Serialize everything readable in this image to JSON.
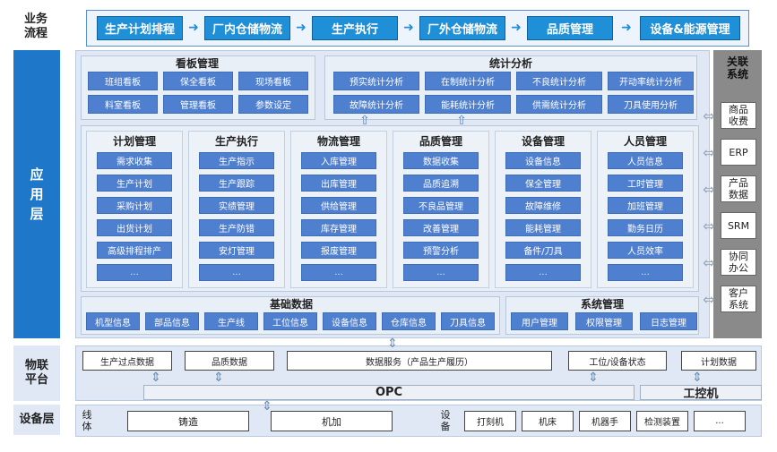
{
  "left_labels": {
    "business_flow": "业务\n流程",
    "application": "应\n用\n层",
    "iot": "物联\n平台",
    "device": "设备层"
  },
  "business_flow_items": [
    "生产计划排程",
    "厂内仓储物流",
    "生产执行",
    "厂外仓储物流",
    "品质管理",
    "设备&能源管理"
  ],
  "kanban": {
    "title": "看板管理",
    "items": [
      "班组看板",
      "保全看板",
      "现场看板",
      "料室看板",
      "管理看板",
      "参数设定"
    ]
  },
  "stats": {
    "title": "统计分析",
    "items": [
      "预实统计分析",
      "在制统计分析",
      "不良统计分析",
      "开动率统计分析",
      "故障统计分析",
      "能耗统计分析",
      "供需统计分析",
      "刀具使用分析"
    ]
  },
  "modules": [
    {
      "title": "计划管理",
      "items": [
        "需求收集",
        "生产计划",
        "采购计划",
        "出货计划",
        "高级排程排产",
        "..."
      ]
    },
    {
      "title": "生产执行",
      "items": [
        "生产指示",
        "生产跟踪",
        "实绩管理",
        "生产防错",
        "安灯管理",
        "..."
      ]
    },
    {
      "title": "物流管理",
      "items": [
        "入库管理",
        "出库管理",
        "供给管理",
        "库存管理",
        "报废管理",
        "..."
      ]
    },
    {
      "title": "品质管理",
      "items": [
        "数据收集",
        "品质追溯",
        "不良品管理",
        "改善管理",
        "预警分析",
        "..."
      ]
    },
    {
      "title": "设备管理",
      "items": [
        "设备信息",
        "保全管理",
        "故障维修",
        "能耗管理",
        "备件/刀具",
        "..."
      ]
    },
    {
      "title": "人员管理",
      "items": [
        "人员信息",
        "工时管理",
        "加班管理",
        "勤务日历",
        "人员效率",
        "..."
      ]
    }
  ],
  "basic_data": {
    "title": "基础数据",
    "items": [
      "机型信息",
      "部品信息",
      "生产线",
      "工位信息",
      "设备信息",
      "仓库信息",
      "刀具信息"
    ]
  },
  "system_mgmt": {
    "title": "系统管理",
    "items": [
      "用户管理",
      "权限管理",
      "日志管理"
    ]
  },
  "related": {
    "title": "关联\n系统",
    "items": [
      "商品\n收费",
      "ERP",
      "产品\n数据",
      "SRM",
      "协同\n办公",
      "客户\n系统"
    ]
  },
  "iot": {
    "items": [
      "生产过点数据",
      "品质数据",
      "数据服务（产品生产履历）",
      "工位/设备状态",
      "计划数据"
    ],
    "opc": "OPC",
    "plc": "工控机"
  },
  "device": {
    "line_label": "线\n体",
    "line_items": [
      "铸造",
      "机加"
    ],
    "equip_label": "设\n备",
    "equip_items": [
      "打刻机",
      "机床",
      "机器手",
      "检测装置",
      "..."
    ]
  }
}
